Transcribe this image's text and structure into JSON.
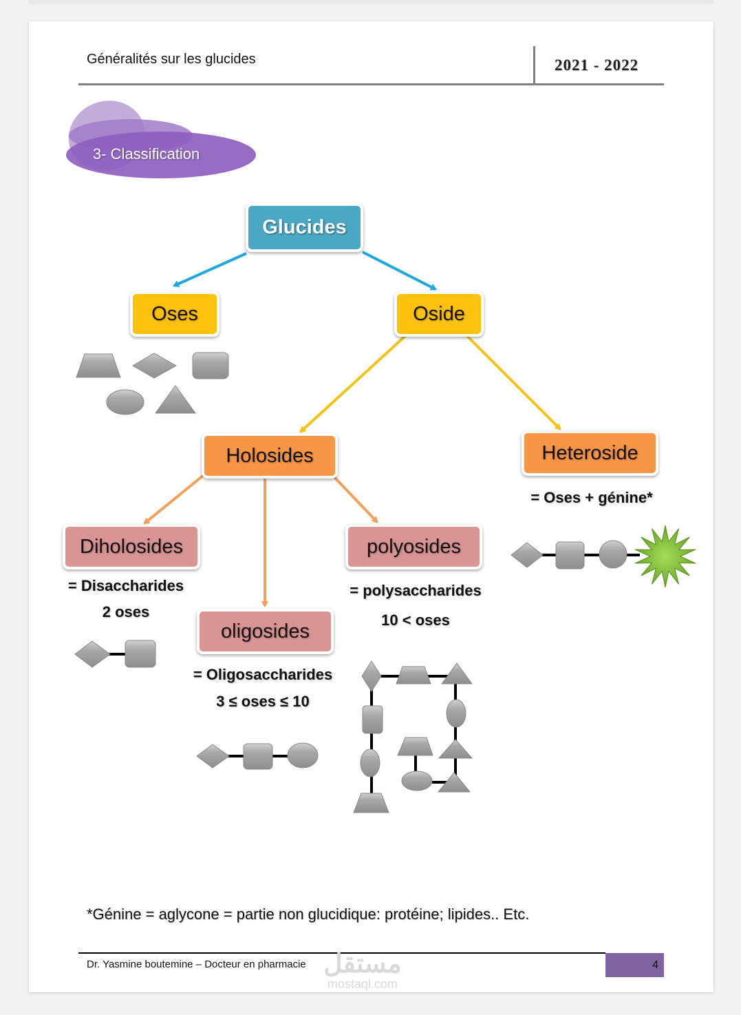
{
  "header": {
    "title": "Généralités sur les glucides",
    "year": "2021 - 2022"
  },
  "section": {
    "label": "3- Classification"
  },
  "diagram": {
    "colors": {
      "root": "#4aa8c4",
      "level1": "#fec10e",
      "level2": "#f79646",
      "level3": "#d99594",
      "arrow_root": "#1ea7e0",
      "arrow_level1": "#f2c31b",
      "arrow_level2": "#f3a05a",
      "shape_fill": "#a6a6a6",
      "genine_fill": "#7fbf2a"
    },
    "nodes": {
      "glucides": "Glucides",
      "oses": "Oses",
      "oside": "Oside",
      "holosides": "Holosides",
      "heteroside": "Heteroside",
      "diholosides": "Diholosides",
      "oligosides": "oligosides",
      "polyosides": "polyosides"
    },
    "descriptions": {
      "heteroside": "= Oses + génine*",
      "diholosides_line1": "= Disaccharides",
      "diholosides_line2": "2 oses",
      "oligosides_line1": "= Oligosaccharides",
      "oligosides_line2": "3 ≤ oses ≤ 10",
      "polyosides_line1": "= polysaccharides",
      "polyosides_line2": "10 < oses"
    },
    "edges": [
      {
        "from": "glucides",
        "to": "oses"
      },
      {
        "from": "glucides",
        "to": "oside"
      },
      {
        "from": "oside",
        "to": "holosides"
      },
      {
        "from": "oside",
        "to": "heteroside"
      },
      {
        "from": "holosides",
        "to": "diholosides"
      },
      {
        "from": "holosides",
        "to": "oligosides"
      },
      {
        "from": "holosides",
        "to": "polyosides"
      }
    ],
    "shape_sets": {
      "oses": [
        "trapezoid",
        "diamond",
        "rounded-square",
        "ellipse",
        "triangle"
      ],
      "diholoside_chain": [
        "diamond",
        "rounded-square"
      ],
      "oligoside_chain": [
        "diamond",
        "rounded-square",
        "ellipse"
      ],
      "heteroside_chain": [
        "diamond",
        "rounded-square",
        "circle",
        "genine-star"
      ],
      "polyoside_chain": [
        "diamond",
        "trapezoid",
        "triangle",
        "ellipse",
        "triangle",
        "triangle",
        "ellipse",
        "trapezoid",
        "rounded-rect",
        "ellipse",
        "trapezoid"
      ]
    }
  },
  "footnote": "*Génine = aglycone = partie non glucidique: protéine; lipides.. Etc.",
  "footer": {
    "author": "Dr. Yasmine boutemine – Docteur en pharmacie",
    "page_number": "4"
  },
  "watermark": {
    "arabic": "مستقل",
    "latin": "mostaql.com"
  }
}
